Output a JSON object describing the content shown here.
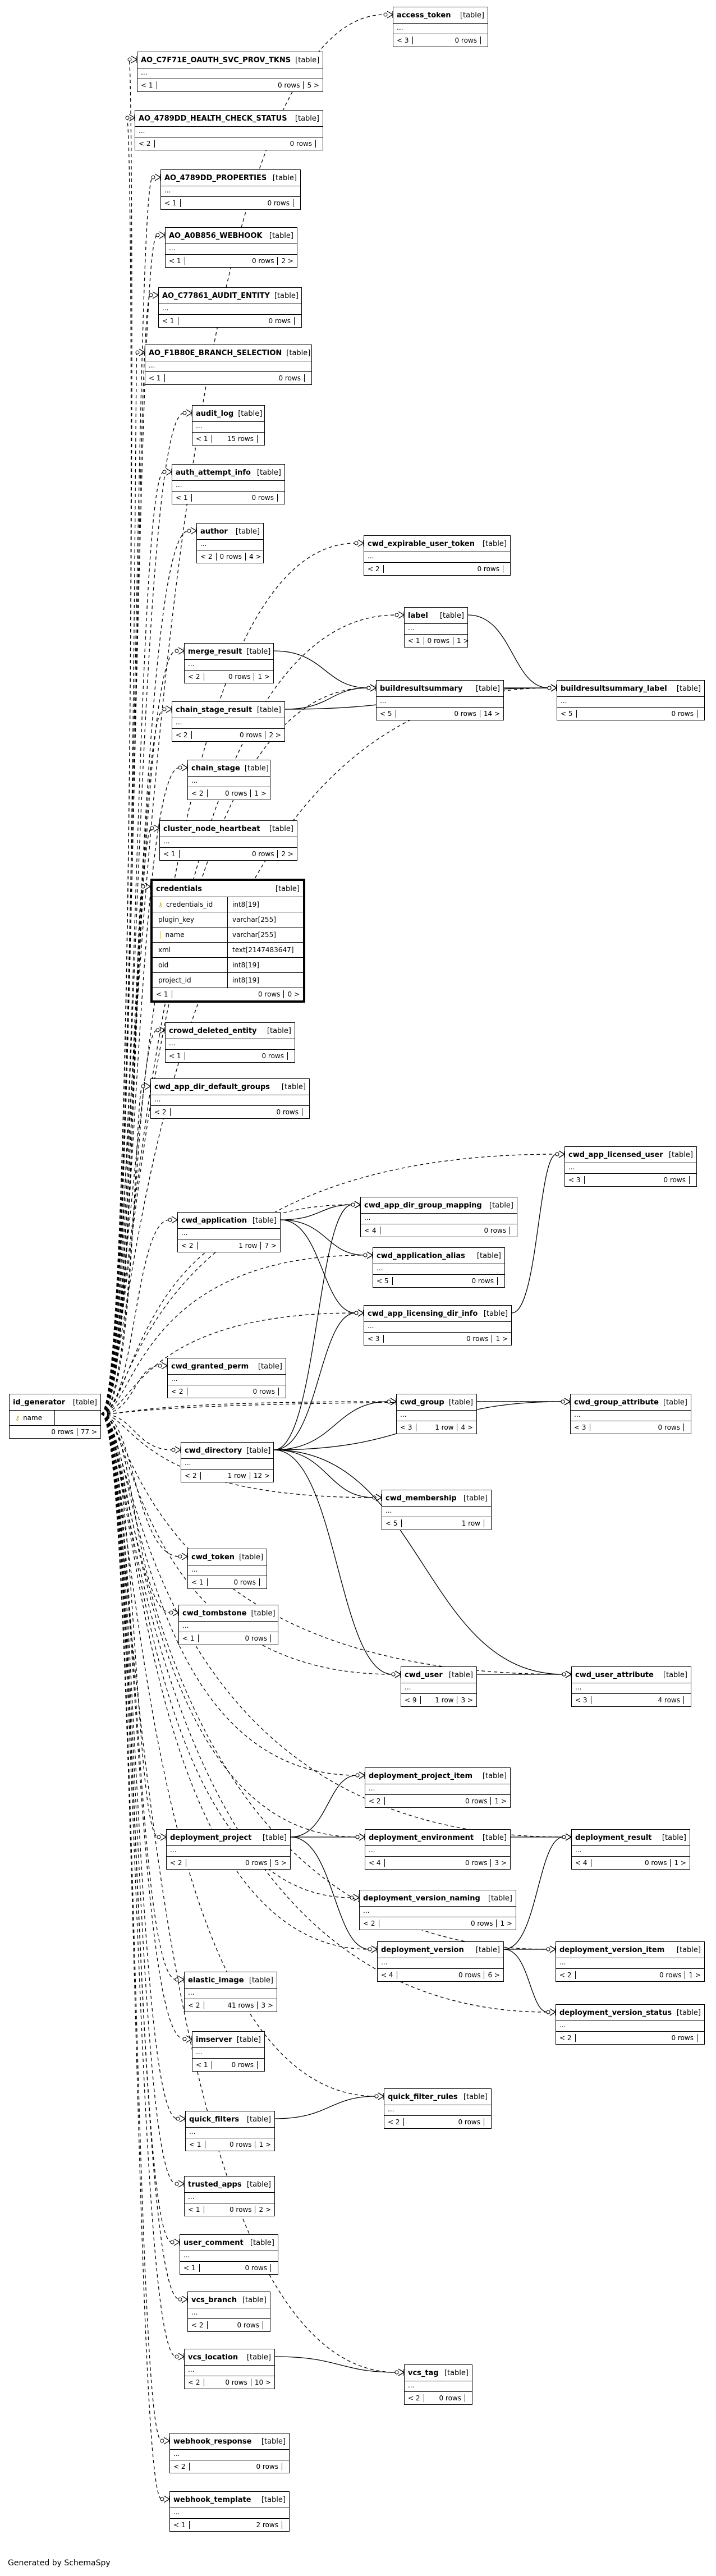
{
  "footer": "Generated by SchemaSpy",
  "kind_label": "[table]",
  "ellipsis": "...",
  "tables": [
    {
      "id": "access_token",
      "name": "access_token",
      "left": "< 3",
      "rows": "0 rows",
      "right": ""
    },
    {
      "id": "ao_c7f",
      "name": "AO_C7F71E_OAUTH_SVC_PROV_TKNS",
      "left": "< 1",
      "rows": "0 rows",
      "right": "5 >"
    },
    {
      "id": "ao_478_hc",
      "name": "AO_4789DD_HEALTH_CHECK_STATUS",
      "left": "< 2",
      "rows": "0 rows",
      "right": ""
    },
    {
      "id": "ao_478_p",
      "name": "AO_4789DD_PROPERTIES",
      "left": "< 1",
      "rows": "0 rows",
      "right": ""
    },
    {
      "id": "ao_a08",
      "name": "AO_A0B856_WEBHOOK",
      "left": "< 1",
      "rows": "0 rows",
      "right": "2 >"
    },
    {
      "id": "ao_c77",
      "name": "AO_C77861_AUDIT_ENTITY",
      "left": "< 1",
      "rows": "0 rows",
      "right": ""
    },
    {
      "id": "ao_f1b",
      "name": "AO_F1B80E_BRANCH_SELECTION",
      "left": "< 1",
      "rows": "0 rows",
      "right": ""
    },
    {
      "id": "audit_log",
      "name": "audit_log",
      "left": "< 1",
      "rows": "15 rows",
      "right": ""
    },
    {
      "id": "auth_attempt_info",
      "name": "auth_attempt_info",
      "left": "< 1",
      "rows": "0 rows",
      "right": ""
    },
    {
      "id": "author",
      "name": "author",
      "left": "< 2",
      "rows": "0 rows",
      "right": "4 >"
    },
    {
      "id": "cwd_expirable_user_token",
      "name": "cwd_expirable_user_token",
      "left": "< 2",
      "rows": "0 rows",
      "right": ""
    },
    {
      "id": "label",
      "name": "label",
      "left": "< 1",
      "rows": "0 rows",
      "right": "1 >"
    },
    {
      "id": "merge_result",
      "name": "merge_result",
      "left": "< 2",
      "rows": "0 rows",
      "right": "1 >"
    },
    {
      "id": "buildresultsummary",
      "name": "buildresultsummary",
      "left": "< 5",
      "rows": "0 rows",
      "right": "14 >"
    },
    {
      "id": "buildresultsummary_label",
      "name": "buildresultsummary_label",
      "left": "< 5",
      "rows": "0 rows",
      "right": ""
    },
    {
      "id": "chain_stage_result",
      "name": "chain_stage_result",
      "left": "< 2",
      "rows": "0 rows",
      "right": "2 >"
    },
    {
      "id": "chain_stage",
      "name": "chain_stage",
      "left": "< 2",
      "rows": "0 rows",
      "right": "1 >"
    },
    {
      "id": "cluster_node_heartbeat",
      "name": "cluster_node_heartbeat",
      "left": "< 1",
      "rows": "0 rows",
      "right": "2 >"
    },
    {
      "id": "credentials",
      "name": "credentials",
      "left": "< 1",
      "rows": "0 rows",
      "right": "0 >",
      "columns": [
        {
          "name": "credentials_id",
          "type": "int8[19]",
          "key": true
        },
        {
          "name": "plugin_key",
          "type": "varchar[255]",
          "key": false
        },
        {
          "name": "name",
          "type": "varchar[255]",
          "key": false,
          "uniq": true
        },
        {
          "name": "xml",
          "type": "text[2147483647]",
          "key": false
        },
        {
          "name": "oid",
          "type": "int8[19]",
          "key": false
        },
        {
          "name": "project_id",
          "type": "int8[19]",
          "key": false
        }
      ]
    },
    {
      "id": "crowd_deleted_entity",
      "name": "crowd_deleted_entity",
      "left": "< 1",
      "rows": "0 rows",
      "right": ""
    },
    {
      "id": "cwd_app_dir_default_groups",
      "name": "cwd_app_dir_default_groups",
      "left": "< 2",
      "rows": "0 rows",
      "right": ""
    },
    {
      "id": "cwd_app_licensed_user",
      "name": "cwd_app_licensed_user",
      "left": "< 3",
      "rows": "0 rows",
      "right": ""
    },
    {
      "id": "cwd_application",
      "name": "cwd_application",
      "left": "< 2",
      "rows": "1 row",
      "right": "7 >"
    },
    {
      "id": "cwd_app_dir_group_mapping",
      "name": "cwd_app_dir_group_mapping",
      "left": "< 4",
      "rows": "0 rows",
      "right": ""
    },
    {
      "id": "cwd_application_alias",
      "name": "cwd_application_alias",
      "left": "< 5",
      "rows": "0 rows",
      "right": ""
    },
    {
      "id": "cwd_app_licensing_dir_info",
      "name": "cwd_app_licensing_dir_info",
      "left": "< 3",
      "rows": "0 rows",
      "right": "1 >"
    },
    {
      "id": "cwd_granted_perm",
      "name": "cwd_granted_perm",
      "left": "< 2",
      "rows": "0 rows",
      "right": ""
    },
    {
      "id": "id_generator",
      "name": "id_generator",
      "left": "",
      "rows": "0 rows",
      "right": "77 >",
      "columns": [
        {
          "name": "name",
          "type": "",
          "key": true
        }
      ]
    },
    {
      "id": "cwd_group",
      "name": "cwd_group",
      "left": "< 3",
      "rows": "1 row",
      "right": "4 >"
    },
    {
      "id": "cwd_group_attribute",
      "name": "cwd_group_attribute",
      "left": "< 3",
      "rows": "0 rows",
      "right": ""
    },
    {
      "id": "cwd_directory",
      "name": "cwd_directory",
      "left": "< 2",
      "rows": "1 row",
      "right": "12 >"
    },
    {
      "id": "cwd_membership",
      "name": "cwd_membership",
      "left": "< 5",
      "rows": "1 row",
      "right": ""
    },
    {
      "id": "cwd_token",
      "name": "cwd_token",
      "left": "< 1",
      "rows": "0 rows",
      "right": ""
    },
    {
      "id": "cwd_tombstone",
      "name": "cwd_tombstone",
      "left": "< 1",
      "rows": "0 rows",
      "right": ""
    },
    {
      "id": "cwd_user",
      "name": "cwd_user",
      "left": "< 9",
      "rows": "1 row",
      "right": "3 >"
    },
    {
      "id": "cwd_user_attribute",
      "name": "cwd_user_attribute",
      "left": "< 3",
      "rows": "4 rows",
      "right": ""
    },
    {
      "id": "deployment_project_item",
      "name": "deployment_project_item",
      "left": "< 2",
      "rows": "0 rows",
      "right": "1 >"
    },
    {
      "id": "deployment_project",
      "name": "deployment_project",
      "left": "< 2",
      "rows": "0 rows",
      "right": "5 >"
    },
    {
      "id": "deployment_environment",
      "name": "deployment_environment",
      "left": "< 4",
      "rows": "0 rows",
      "right": "3 >"
    },
    {
      "id": "deployment_result",
      "name": "deployment_result",
      "left": "< 4",
      "rows": "0 rows",
      "right": "1 >"
    },
    {
      "id": "deployment_version_naming",
      "name": "deployment_version_naming",
      "left": "< 2",
      "rows": "0 rows",
      "right": "1 >"
    },
    {
      "id": "deployment_version",
      "name": "deployment_version",
      "left": "< 4",
      "rows": "0 rows",
      "right": "6 >"
    },
    {
      "id": "deployment_version_item",
      "name": "deployment_version_item",
      "left": "< 2",
      "rows": "0 rows",
      "right": "1 >"
    },
    {
      "id": "elastic_image",
      "name": "elastic_image",
      "left": "< 2",
      "rows": "41 rows",
      "right": "3 >"
    },
    {
      "id": "deployment_version_status",
      "name": "deployment_version_status",
      "left": "< 2",
      "rows": "0 rows",
      "right": ""
    },
    {
      "id": "imserver",
      "name": "imserver",
      "left": "< 1",
      "rows": "0 rows",
      "right": ""
    },
    {
      "id": "quick_filter_rules",
      "name": "quick_filter_rules",
      "left": "< 2",
      "rows": "0 rows",
      "right": ""
    },
    {
      "id": "quick_filters",
      "name": "quick_filters",
      "left": "< 1",
      "rows": "0 rows",
      "right": "1 >"
    },
    {
      "id": "trusted_apps",
      "name": "trusted_apps",
      "left": "< 1",
      "rows": "0 rows",
      "right": "2 >"
    },
    {
      "id": "user_comment",
      "name": "user_comment",
      "left": "< 1",
      "rows": "0 rows",
      "right": ""
    },
    {
      "id": "vcs_branch",
      "name": "vcs_branch",
      "left": "< 2",
      "rows": "0 rows",
      "right": ""
    },
    {
      "id": "vcs_location",
      "name": "vcs_location",
      "left": "< 2",
      "rows": "0 rows",
      "right": "10 >"
    },
    {
      "id": "vcs_tag",
      "name": "vcs_tag",
      "left": "< 2",
      "rows": "0 rows",
      "right": ""
    },
    {
      "id": "webhook_response",
      "name": "webhook_response",
      "left": "< 2",
      "rows": "0 rows",
      "right": ""
    },
    {
      "id": "webhook_template",
      "name": "webhook_template",
      "left": "< 1",
      "rows": "2 rows",
      "right": ""
    }
  ],
  "solid_links": [
    [
      "label",
      "buildresultsummary_label"
    ],
    [
      "buildresultsummary",
      "buildresultsummary_label"
    ],
    [
      "merge_result",
      "buildresultsummary"
    ],
    [
      "chain_stage_result",
      "buildresultsummary"
    ],
    [
      "chain_stage_result",
      "buildresultsummary_label"
    ],
    [
      "cwd_application",
      "cwd_app_dir_group_mapping"
    ],
    [
      "cwd_application",
      "cwd_application_alias"
    ],
    [
      "cwd_application",
      "cwd_app_licensing_dir_info"
    ],
    [
      "cwd_app_licensing_dir_info",
      "cwd_app_licensed_user"
    ],
    [
      "cwd_directory",
      "cwd_app_dir_group_mapping"
    ],
    [
      "cwd_directory",
      "cwd_app_licensing_dir_info"
    ],
    [
      "cwd_directory",
      "cwd_group"
    ],
    [
      "cwd_directory",
      "cwd_membership"
    ],
    [
      "cwd_directory",
      "cwd_user"
    ],
    [
      "cwd_directory",
      "cwd_group_attribute"
    ],
    [
      "cwd_directory",
      "cwd_user_attribute"
    ],
    [
      "cwd_group",
      "cwd_group_attribute"
    ],
    [
      "cwd_user",
      "cwd_user_attribute"
    ],
    [
      "deployment_project",
      "deployment_project_item"
    ],
    [
      "deployment_project",
      "deployment_environment"
    ],
    [
      "deployment_project",
      "deployment_version"
    ],
    [
      "deployment_environment",
      "deployment_result"
    ],
    [
      "deployment_version",
      "deployment_result"
    ],
    [
      "deployment_version",
      "deployment_version_item"
    ],
    [
      "deployment_version",
      "deployment_version_status"
    ],
    [
      "quick_filters",
      "quick_filter_rules"
    ],
    [
      "vcs_location",
      "vcs_tag"
    ]
  ],
  "dashed_targets": [
    "access_token",
    "ao_c7f",
    "ao_478_hc",
    "ao_478_p",
    "ao_a08",
    "ao_c77",
    "ao_f1b",
    "audit_log",
    "auth_attempt_info",
    "author",
    "cwd_expirable_user_token",
    "label",
    "merge_result",
    "buildresultsummary",
    "buildresultsummary_label",
    "chain_stage_result",
    "chain_stage",
    "cluster_node_heartbeat",
    "credentials",
    "crowd_deleted_entity",
    "cwd_app_dir_default_groups",
    "cwd_app_licensed_user",
    "cwd_application",
    "cwd_app_dir_group_mapping",
    "cwd_application_alias",
    "cwd_app_licensing_dir_info",
    "cwd_granted_perm",
    "cwd_group",
    "cwd_group_attribute",
    "cwd_directory",
    "cwd_membership",
    "cwd_token",
    "cwd_tombstone",
    "cwd_user",
    "cwd_user_attribute",
    "deployment_project_item",
    "deployment_project",
    "deployment_environment",
    "deployment_result",
    "deployment_version_naming",
    "deployment_version",
    "deployment_version_item",
    "elastic_image",
    "deployment_version_status",
    "imserver",
    "quick_filter_rules",
    "quick_filters",
    "trusted_apps",
    "user_comment",
    "vcs_branch",
    "vcs_location",
    "vcs_tag",
    "webhook_response",
    "webhook_template"
  ]
}
